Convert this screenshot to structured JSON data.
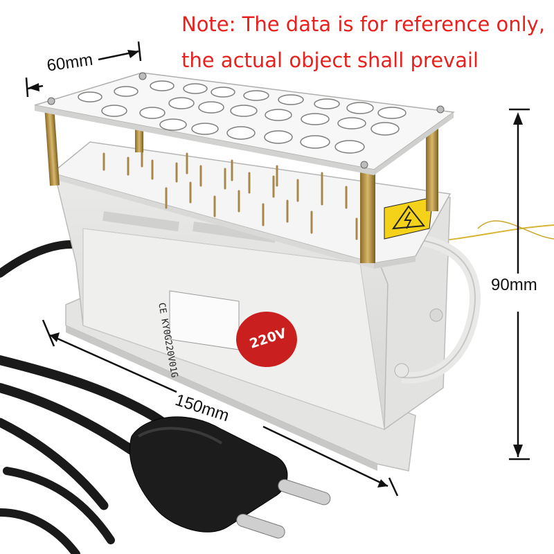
{
  "note": {
    "line1": "Note: The data is for reference only,",
    "line2": "the actual object shall prevail"
  },
  "dimensions": {
    "width": "60mm",
    "height": "90mm",
    "length": "150mm"
  },
  "device": {
    "voltage_badge": "220V",
    "cert_label": "CE KY0G220V01G"
  },
  "colors": {
    "note_text": "#e8201e",
    "badge": "#c91f1f",
    "housing": "#f2f2f0",
    "plates": "#f7f7f7",
    "brass": "#c8a45a",
    "cable": "#1a1a1a",
    "warning": "#f4d21a"
  },
  "icons": [
    "high-voltage-warning-icon",
    "screw-icon",
    "power-plug-icon"
  ]
}
